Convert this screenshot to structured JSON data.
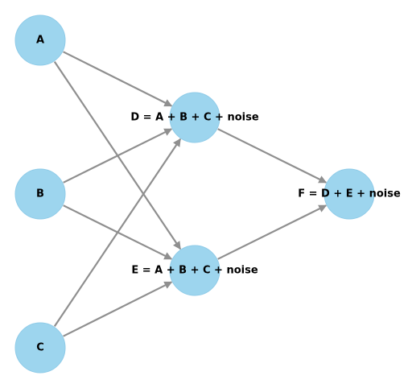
{
  "colors": {
    "node_fill": "#9dd5ee",
    "node_stroke": "#8fcbe8",
    "edge": "#8f8f8f",
    "label": "#000000"
  },
  "nodes": [
    {
      "id": "A",
      "label": "A"
    },
    {
      "id": "B",
      "label": "B"
    },
    {
      "id": "C",
      "label": "C"
    },
    {
      "id": "D",
      "label": "D = A + B + C + noise"
    },
    {
      "id": "E",
      "label": "E = A + B + C + noise"
    },
    {
      "id": "F",
      "label": "F = D + E + noise"
    }
  ],
  "edges": [
    {
      "from": "A",
      "to": "D"
    },
    {
      "from": "A",
      "to": "E"
    },
    {
      "from": "B",
      "to": "D"
    },
    {
      "from": "B",
      "to": "E"
    },
    {
      "from": "C",
      "to": "D"
    },
    {
      "from": "C",
      "to": "E"
    },
    {
      "from": "D",
      "to": "F"
    },
    {
      "from": "E",
      "to": "F"
    }
  ]
}
